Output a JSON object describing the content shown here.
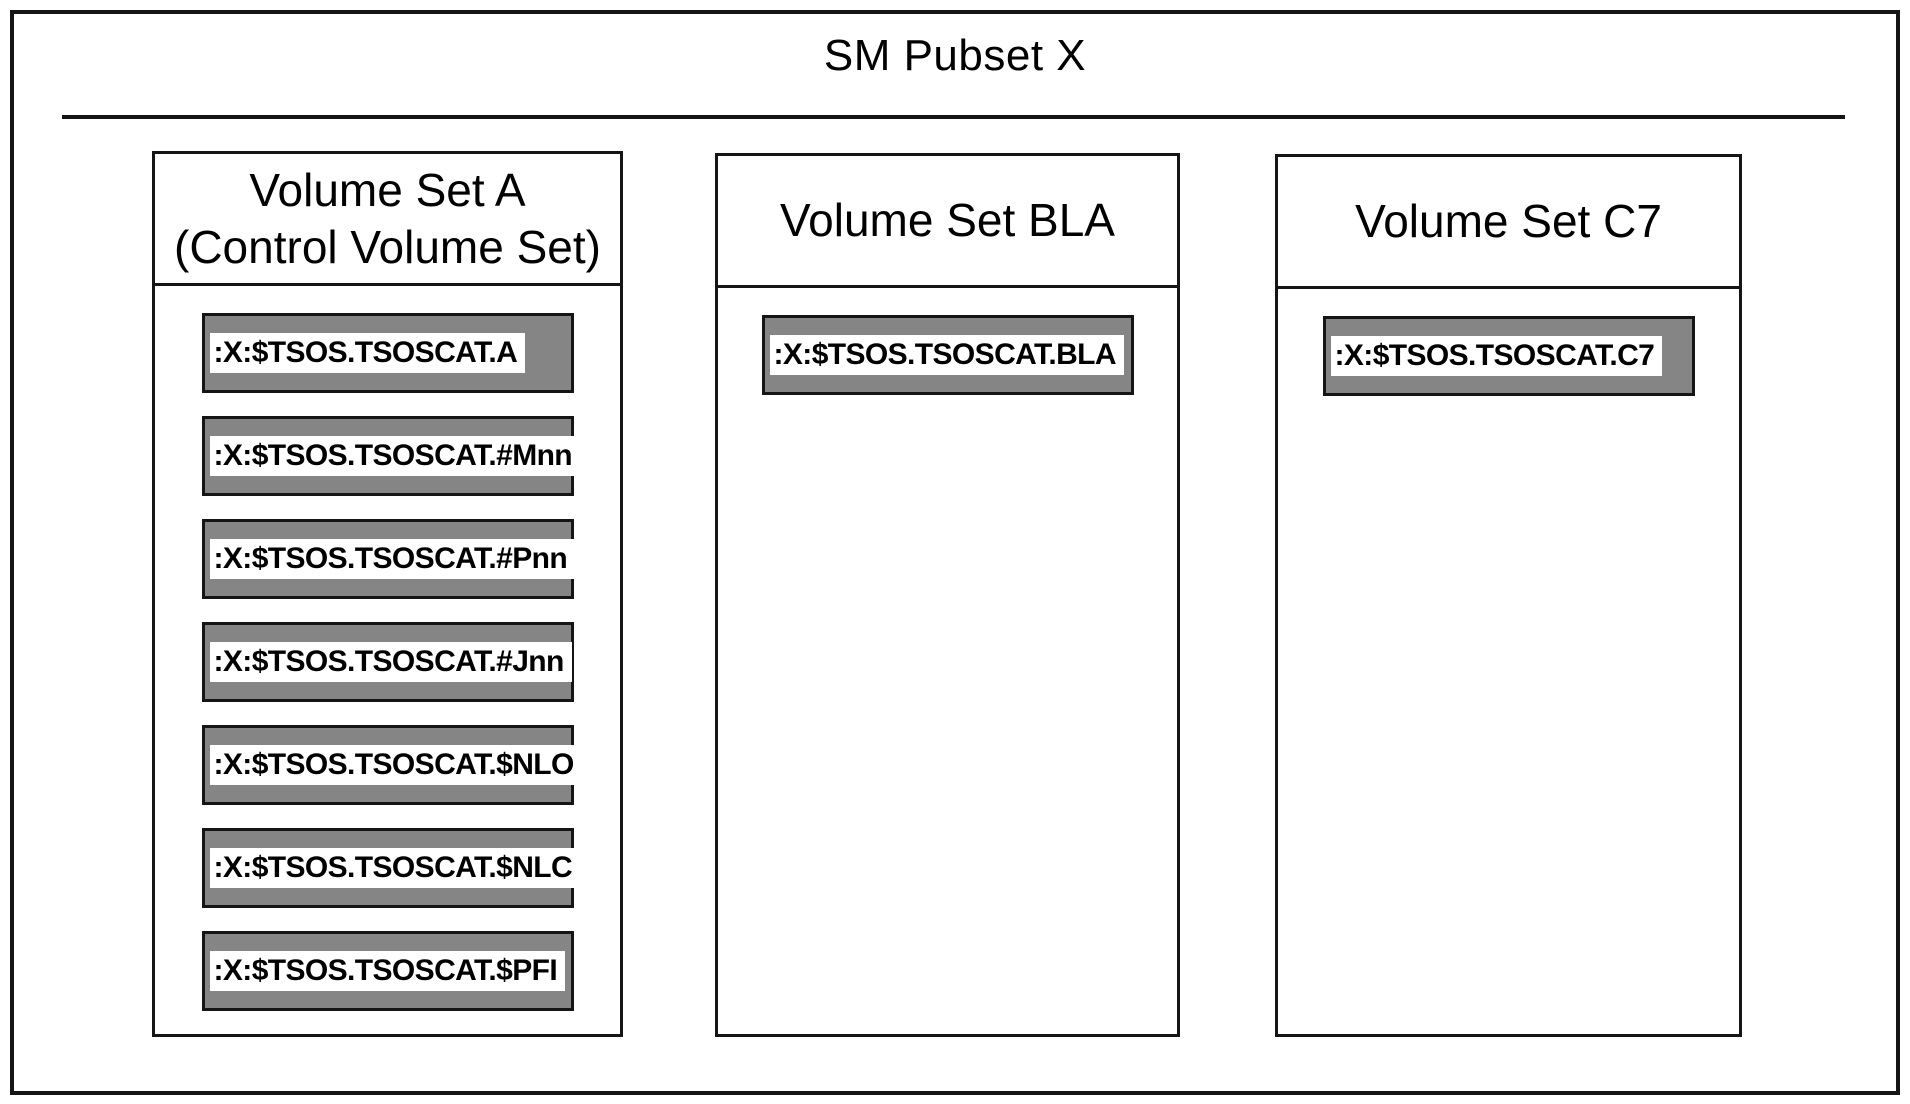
{
  "diagram": {
    "title": "SM Pubset X",
    "colors": {
      "frame": "#151515",
      "box_fill": "#858585",
      "label_bg": "#ffffff",
      "text": "#000000"
    },
    "volume_sets": [
      {
        "title_lines": [
          "Volume Set A",
          "(Control Volume Set)"
        ],
        "catalog_files": [
          ":X:$TSOS.TSOSCAT.A",
          ":X:$TSOS.TSOSCAT.#Mnn",
          ":X:$TSOS.TSOSCAT.#Pnn",
          ":X:$TSOS.TSOSCAT.#Jnn",
          ":X:$TSOS.TSOSCAT.$NLO",
          ":X:$TSOS.TSOSCAT.$NLC",
          ":X:$TSOS.TSOSCAT.$PFI"
        ]
      },
      {
        "title_lines": [
          "Volume Set BLA"
        ],
        "catalog_files": [
          ":X:$TSOS.TSOSCAT.BLA"
        ]
      },
      {
        "title_lines": [
          "Volume Set C7"
        ],
        "catalog_files": [
          ":X:$TSOS.TSOSCAT.C7"
        ]
      }
    ]
  }
}
